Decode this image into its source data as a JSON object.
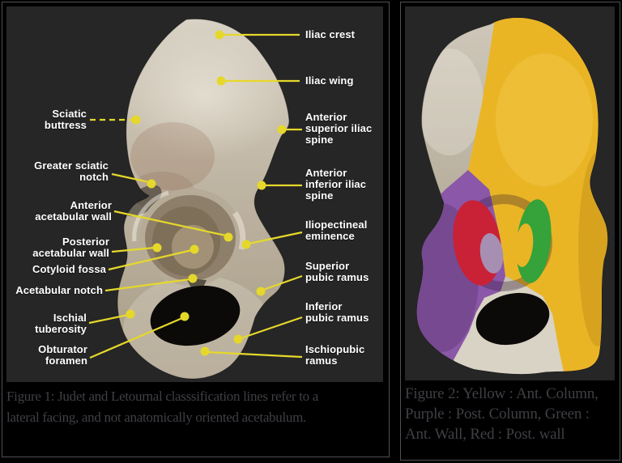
{
  "figure1": {
    "caption": "Figure 1: Judet and Letournal classsification lines refer to a\nlateral facing, and not anatomically oriented acetabulum.",
    "label_color": "#ffffff",
    "leader_color": "#e5d82b",
    "labels": {
      "left": [
        {
          "text": "Sciatic\nbuttress"
        },
        {
          "text": "Greater sciatic\nnotch"
        },
        {
          "text": "Anterior\nacetabular wall"
        },
        {
          "text": "Posterior\nacetabular wall"
        },
        {
          "text": "Cotyloid fossa"
        },
        {
          "text": "Acetabular notch"
        },
        {
          "text": "Ischial\ntuberosity"
        },
        {
          "text": "Obturator\nforamen"
        }
      ],
      "right": [
        {
          "text": "Iliac crest"
        },
        {
          "text": "Iliac wing"
        },
        {
          "text": "Anterior\nsuperior iliac\nspine"
        },
        {
          "text": "Anterior\ninferior iliac\nspine"
        },
        {
          "text": "Iliopectineal\neminence"
        },
        {
          "text": "Superior\npubic ramus"
        },
        {
          "text": "Inferior\npubic ramus"
        },
        {
          "text": "Ischiopubic\nramus"
        }
      ]
    }
  },
  "figure2": {
    "caption": "Figure 2: Yellow : Ant. Column,\nPurple : Post. Column, Green :\nAnt. Wall, Red : Post. wall",
    "legend": [
      {
        "color_name": "Yellow",
        "meaning": "Ant. Column",
        "hex": "#eab525"
      },
      {
        "color_name": "Purple",
        "meaning": "Post. Column",
        "hex": "#8b57a8"
      },
      {
        "color_name": "Green",
        "meaning": "Ant. Wall",
        "hex": "#35a23a"
      },
      {
        "color_name": "Red",
        "meaning": "Post. wall",
        "hex": "#c92136"
      }
    ]
  }
}
